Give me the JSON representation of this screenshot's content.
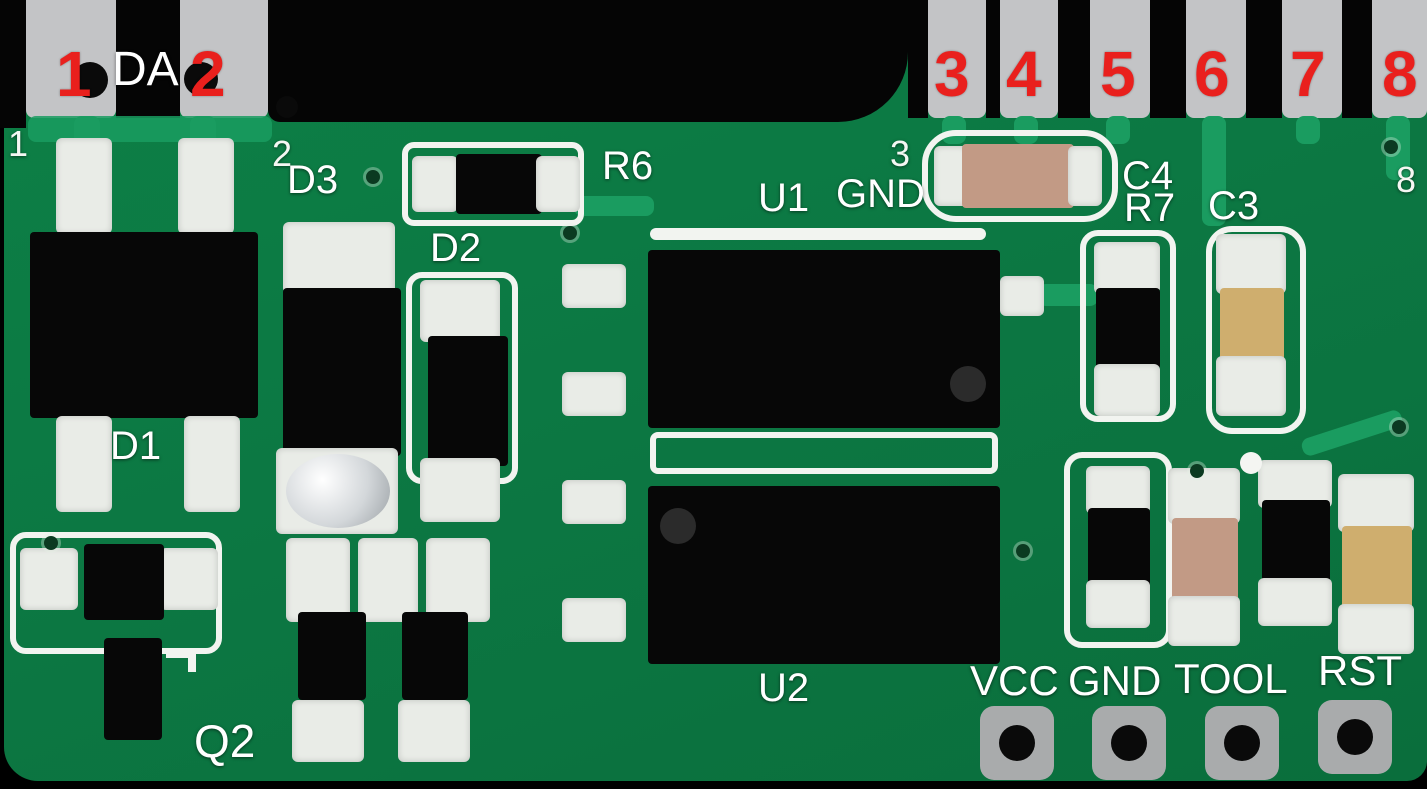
{
  "colors": {
    "board_green": "#0c7843",
    "trace_green": "#1a9c60",
    "silkscreen_white": "#f2f4f0",
    "edge_pad_gray": "#c3c4c6",
    "header_pad_gray": "#a9abac",
    "component_black": "#070707",
    "capacitor_tan": "#c29a85",
    "capacitor_gold": "#cfae6e",
    "annotation_red": "#e9201d",
    "label_white": "#ffffff"
  },
  "edge_pins": {
    "left": [
      {
        "number": "1"
      },
      {
        "number": "2"
      }
    ],
    "right": [
      {
        "number": "3"
      },
      {
        "number": "4"
      },
      {
        "number": "5"
      },
      {
        "number": "6"
      },
      {
        "number": "7"
      },
      {
        "number": "8"
      }
    ]
  },
  "pad_numbers": {
    "pin1": "1",
    "pin2": "2",
    "pin3": "3",
    "pin8": "8"
  },
  "labels": {
    "da": "DA",
    "d1": "D1",
    "d2": "D2",
    "d3": "D3",
    "q2": "Q2",
    "r6": "R6",
    "r7": "R7",
    "c3": "C3",
    "c4": "C4",
    "u1": "U1",
    "u2": "U2",
    "gnd_top": "GND",
    "header": {
      "vcc": "VCC",
      "gnd": "GND",
      "tool": "TOOL",
      "rst": "RST"
    }
  }
}
